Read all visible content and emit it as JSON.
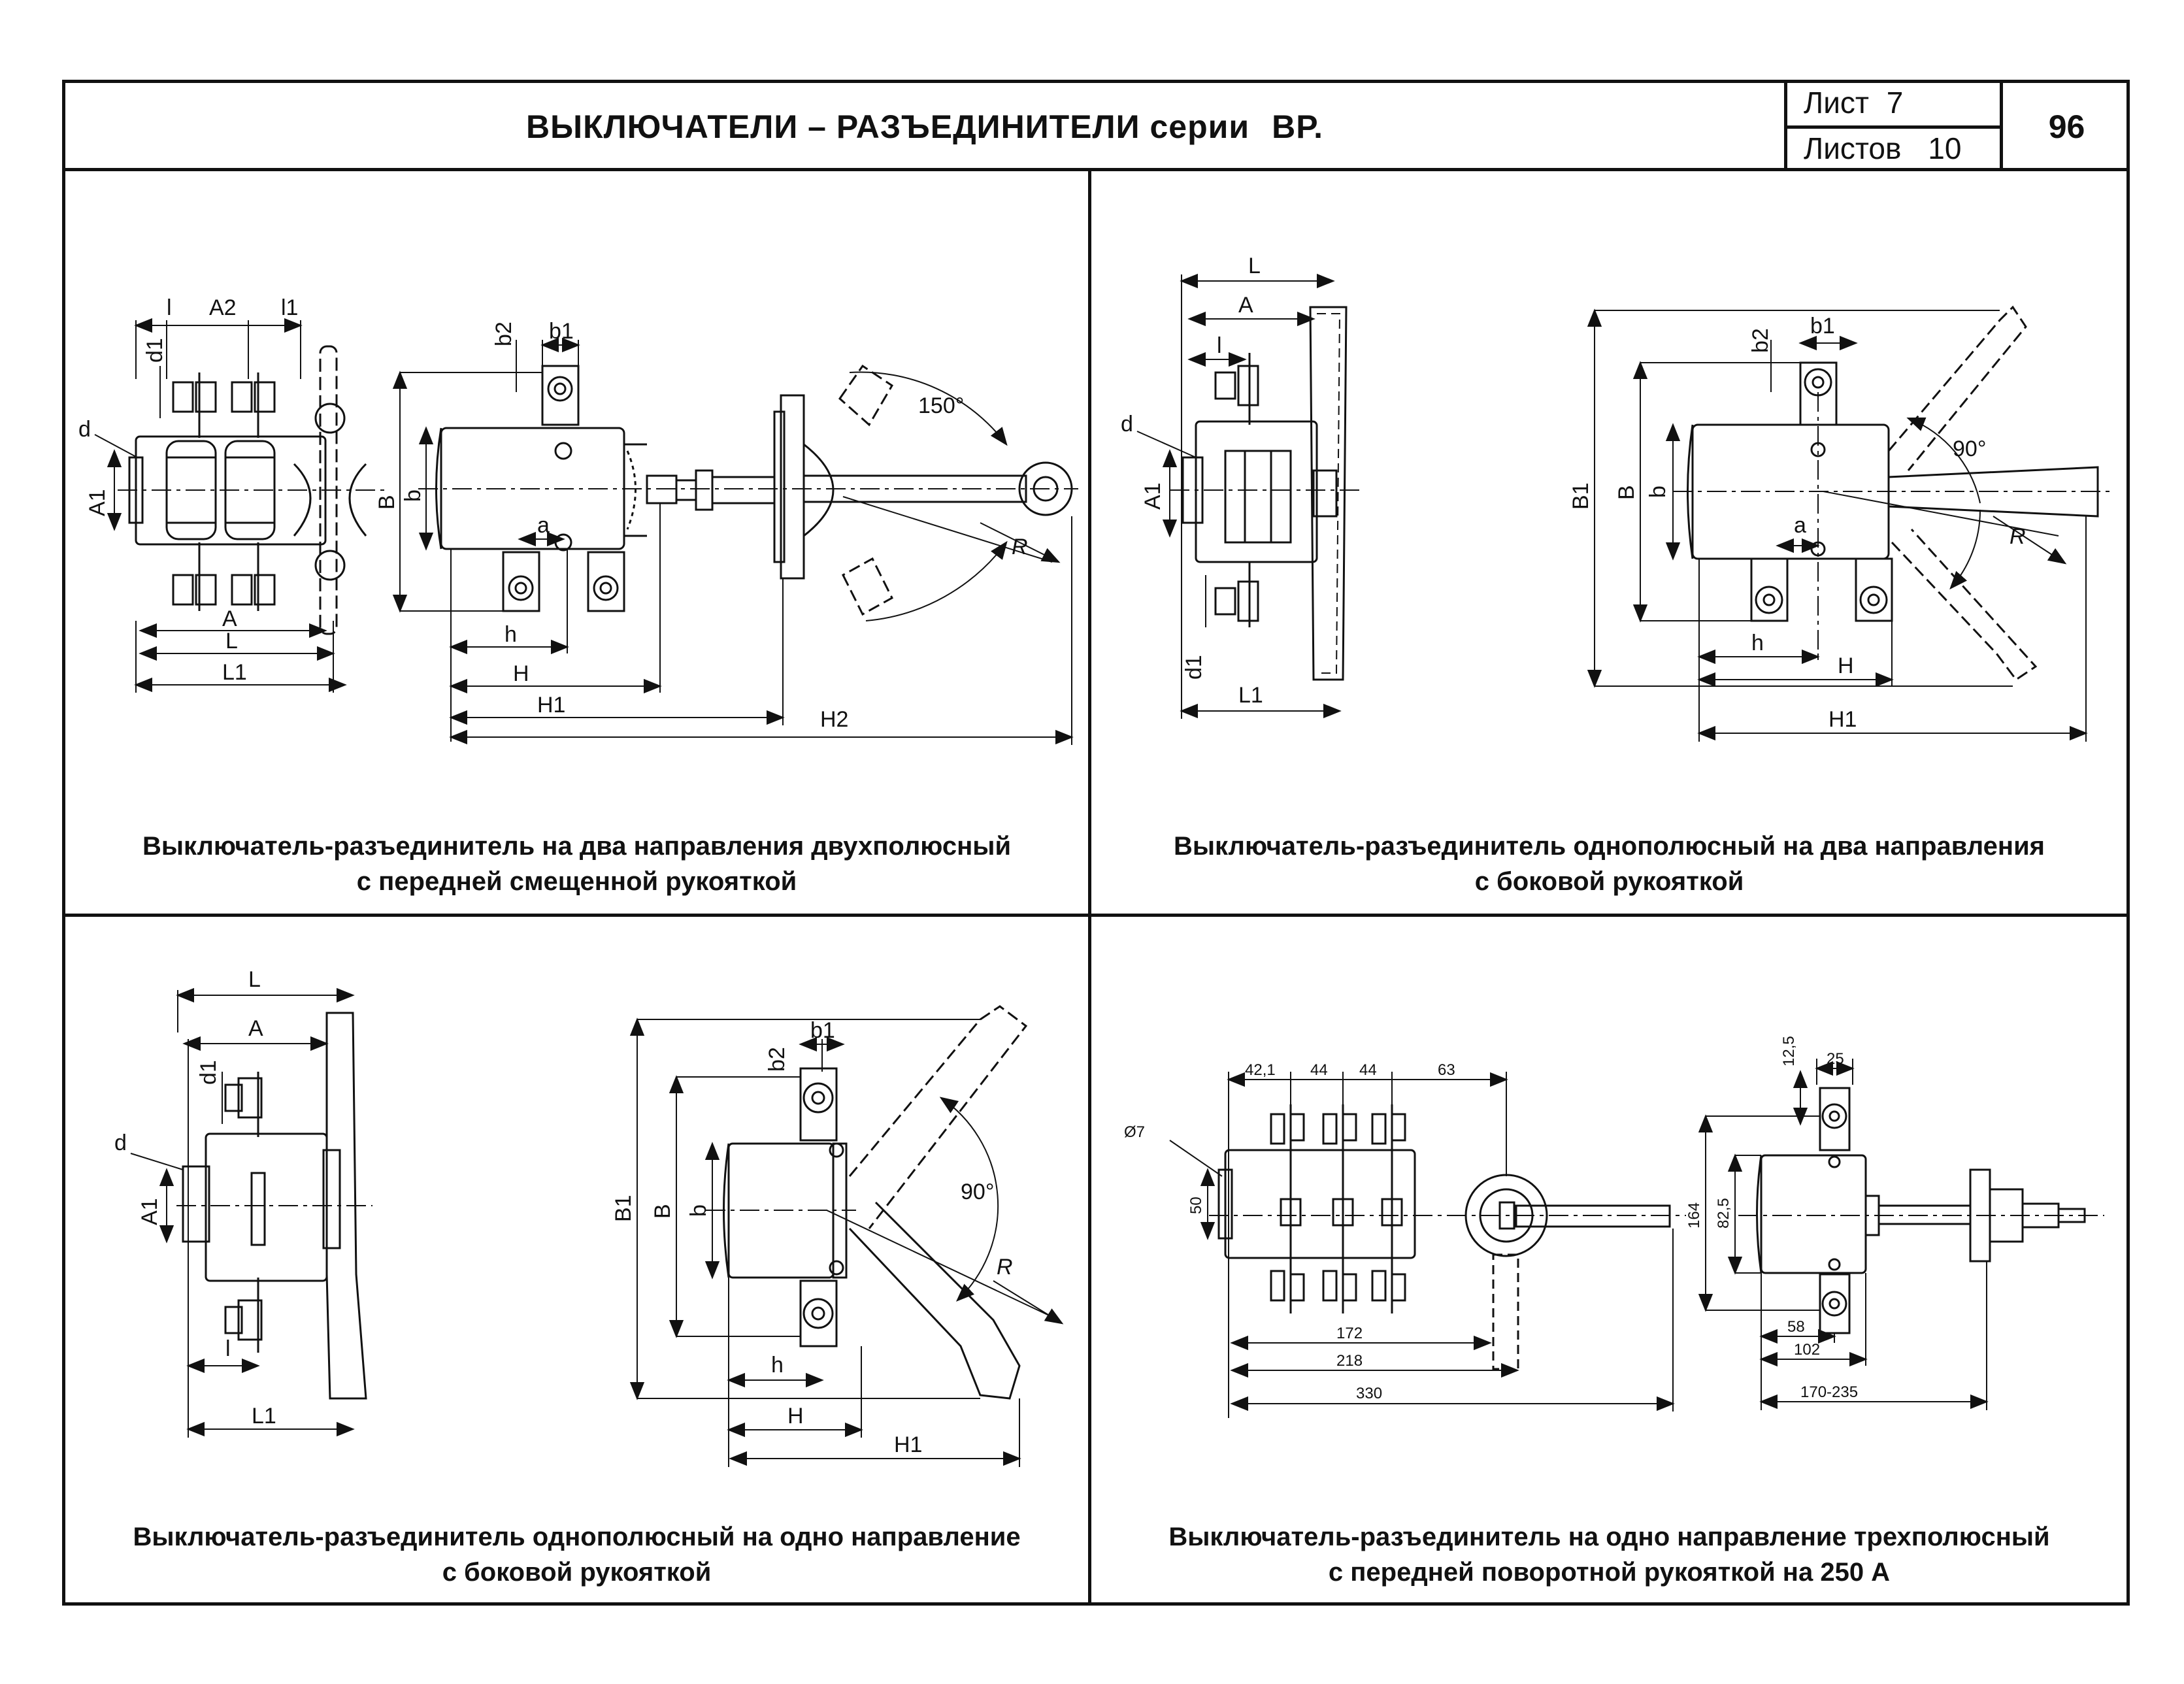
{
  "header": {
    "title": "ВЫКЛЮЧАТЕЛИ – РАЗЪЕДИНИТЕЛИ серии",
    "series": "ВР.",
    "sheet_label": "Лист",
    "sheet_value": "7",
    "sheets_label": "Листов",
    "sheets_value": "10",
    "page_number": "96"
  },
  "panels": [
    {
      "caption_line1": "Выключатель-разъединитель на два направления двухполюсный",
      "caption_line2": "с передней смещенной рукояткой",
      "labels": {
        "l": "l",
        "A2": "A2",
        "l1": "l1",
        "d1": "d1",
        "d": "d",
        "A1": "A1",
        "A": "A",
        "L": "L",
        "L1": "L1",
        "b2": "b2",
        "b1": "b1",
        "B": "B",
        "b": "b",
        "a": "a",
        "h": "h",
        "H": "H",
        "H1": "H1",
        "H2": "H2",
        "angle": "150°",
        "R": "R"
      }
    },
    {
      "caption_line1": "Выключатель-разъединитель однополюсный на два направления",
      "caption_line2": "с боковой рукояткой",
      "labels": {
        "L": "L",
        "A": "A",
        "l": "l",
        "d": "d",
        "A1": "A1",
        "d1": "d1",
        "L1": "L1",
        "b2": "b2",
        "b1": "b1",
        "B1": "B1",
        "B": "B",
        "b": "b",
        "a": "a",
        "h": "h",
        "H": "H",
        "H1": "H1",
        "angle": "90°",
        "R": "R"
      }
    },
    {
      "caption_line1": "Выключатель-разъединитель однополюсный на одно направление",
      "caption_line2": "с боковой рукояткой",
      "labels": {
        "L": "L",
        "A": "A",
        "d1": "d1",
        "d": "d",
        "A1": "A1",
        "l": "l",
        "L1": "L1",
        "b2": "b2",
        "b1": "b1",
        "B1": "B1",
        "B": "B",
        "b": "b",
        "h": "h",
        "H": "H",
        "H1": "H1",
        "angle": "90°",
        "R": "R"
      }
    },
    {
      "caption_line1": "Выключатель-разъединитель на одно направление трехполюсный",
      "caption_line2": "с передней поворотной рукояткой на 250 А",
      "labels": {
        "d42": "42,1",
        "d44a": "44",
        "d44b": "44",
        "d63": "63",
        "phi7": "Ø7",
        "d50": "50",
        "d172": "172",
        "d218": "218",
        "d330": "330",
        "d12_5": "12,5",
        "d25": "25",
        "d164": "164",
        "d82_5": "82,5",
        "d58": "58",
        "d102": "102",
        "d170_235": "170-235"
      }
    }
  ]
}
